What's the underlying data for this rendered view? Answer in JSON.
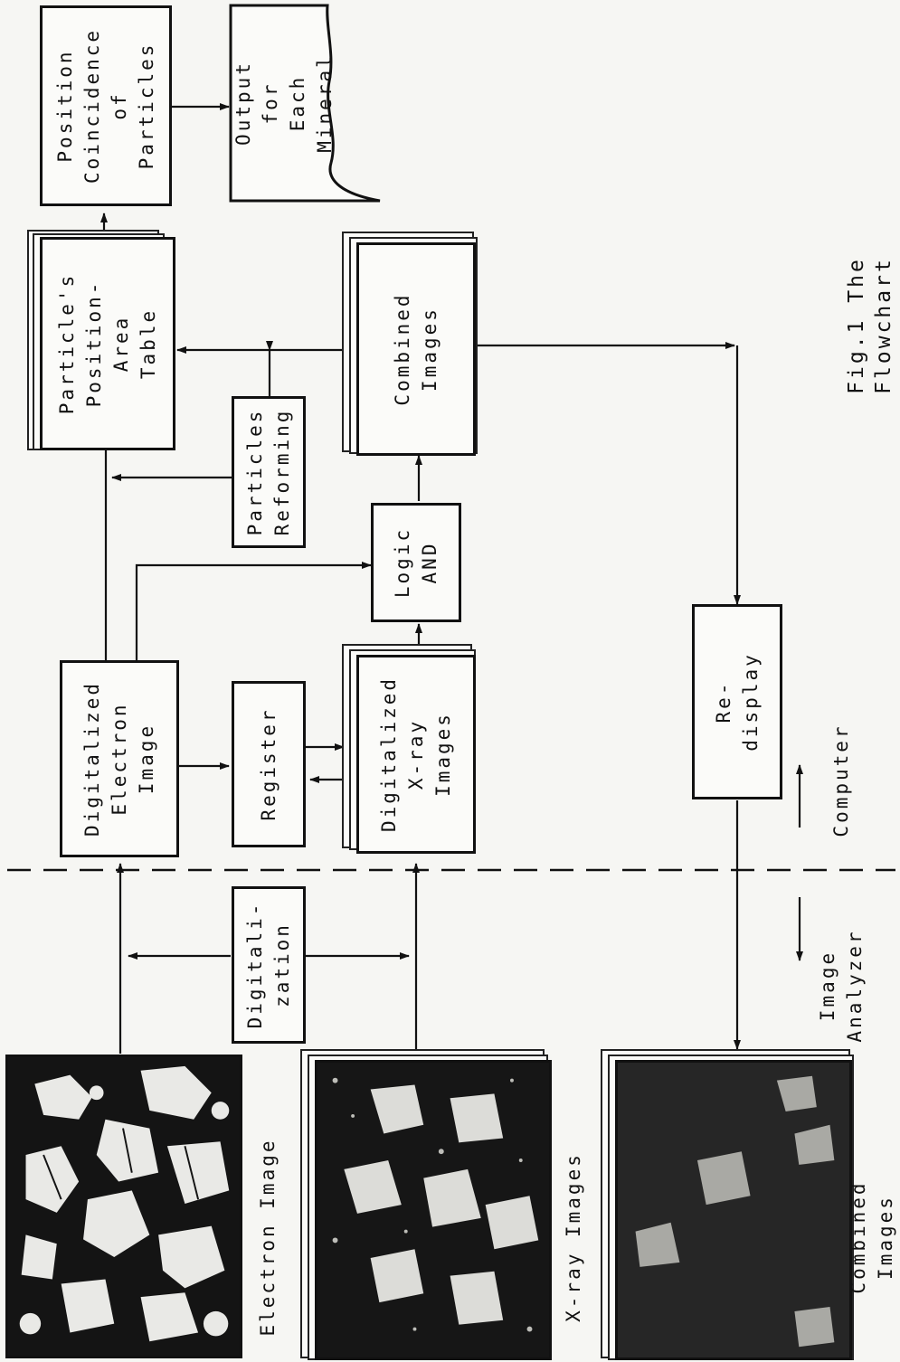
{
  "caption": "Fig.1 The Flowchart",
  "boxes": {
    "position_coincidence": "Position\nCoincidence\nof Particles",
    "output": "Output for\nEach Mineral",
    "position_area_table": "Particle's\nPosition-Area\nTable",
    "particles_reforming": "Particles\nReforming",
    "combined_images_box": "Combined\nImages",
    "logic_and": "Logic\nAND",
    "digitalized_electron": "Digitalized\nElectron\nImage",
    "register": "Register",
    "digitalized_xray": "Digitalized\nX-ray Images",
    "redisplay": "Re-display",
    "digitalization": "Digitali-\nzation"
  },
  "labels": {
    "computer": "Computer",
    "image_analyzer": "Image\nAnalyzer",
    "electron_image": "Electron Image",
    "xray_images": "X-ray Images",
    "combined_images": "Combined Images"
  }
}
